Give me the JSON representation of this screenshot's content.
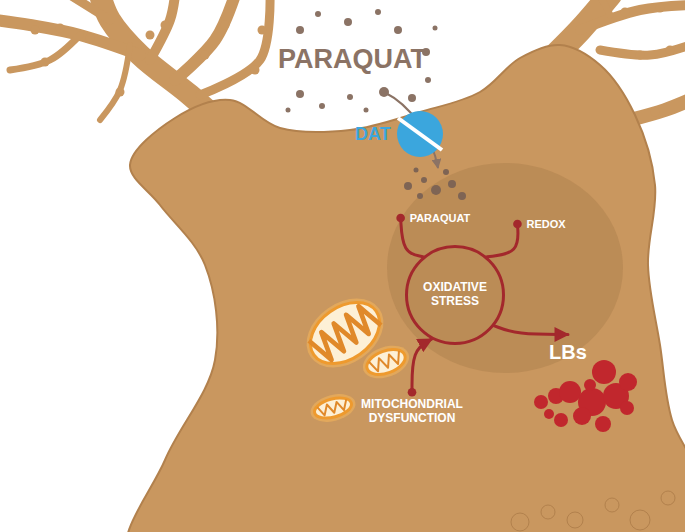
{
  "diagram": {
    "nodes": [
      {
        "text": [
          "PARAQUAT"
        ]
      },
      {
        "text": [
          "REDOX"
        ]
      },
      {
        "text": [
          "OXIDATIVE STRESS"
        ]
      },
      {
        "text": [
          "MITOCHONDRIAL DYSFUNCTION"
        ]
      },
      {
        "text": [
          "LBs"
        ]
      }
    ],
    "edges": [
      {
        "from": 0,
        "to": 2,
        "arrow": "none"
      },
      {
        "from": 1,
        "to": 2,
        "arrow": "none"
      },
      {
        "from": 3,
        "to": 2,
        "arrow": "to"
      },
      {
        "from": 2,
        "to": 4,
        "arrow": "to"
      }
    ],
    "labels": [
      "PARAQUAT",
      "DAT"
    ]
  }
}
